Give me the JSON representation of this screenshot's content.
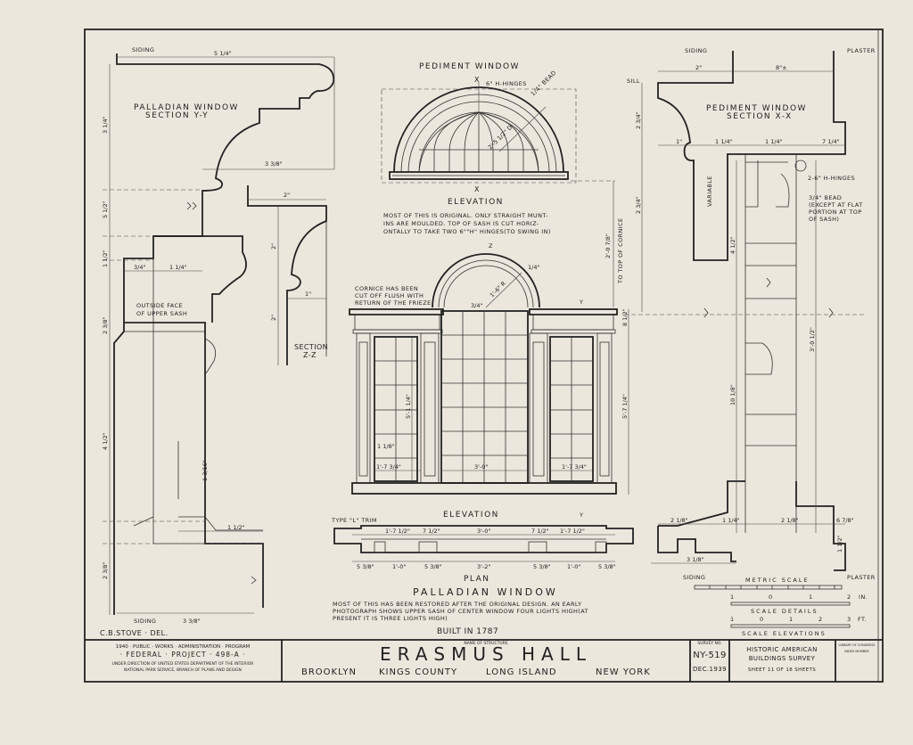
{
  "drawing": {
    "section_yy_title": [
      "PALLADIAN WINDOW",
      "SECTION Y-Y"
    ],
    "section_zz_title": [
      "SECTION",
      "Z-Z"
    ],
    "pediment_title": "PEDIMENT WINDOW",
    "pediment_elevation": "ELEVATION",
    "pediment_note": [
      "MOST OF THIS IS ORIGINAL. ONLY STRAIGHT MUNT-",
      "INS ARE MOULDED. TOP OF SASH IS CUT HORIZ-",
      "ONTALLY TO TAKE TWO 6\"\"H\" HINGES(TO SWING IN)"
    ],
    "section_xx_title": [
      "PEDIMENT WINDOW",
      "SECTION X-X"
    ],
    "hinges_note": "2-6\" H-HINGES",
    "bead_note": [
      "3/4\" BEAD",
      "(EXCEPT AT FLAT",
      "PORTION AT TOP",
      "OF SASH)"
    ],
    "cornice_note": [
      "CORNICE HAS BEEN",
      "CUT OFF FLUSH WITH",
      "RETURN OF THE FRIEZE"
    ],
    "palladian_elevation": "ELEVATION",
    "plan_label": "PLAN",
    "type_trim": "TYPE \"L\" TRIM",
    "outside_face": [
      "OUTSIDE FACE",
      "OF UPPER SASH"
    ],
    "to_top_cornice": "TO TOP OF CORNICE",
    "variable": "VARIABLE",
    "siding": "SIDING",
    "plaster": "PLASTER",
    "sill": "SILL",
    "palladian_title": "PALLADIAN WINDOW",
    "palladian_note": [
      "MOST OF THIS HAS BEEN RESTORED AFTER THE ORIGINAL DESIGN. AN EARLY",
      "PHOTOGRAPH SHOWS UPPER SASH OF CENTER WINDOW FOUR LIGHTS HIGH(AT",
      "PRESENT IT IS THREE LIGHTS HIGH)"
    ],
    "built": "BUILT IN 1787",
    "delineator": "C.B.STOVE · DEL.",
    "dims": [
      "5 1/4\"",
      "3 3/8\"",
      "3 1/4\"",
      "5 1/2\"",
      "1 1/2\"",
      "3/4\"",
      "1 1/4\"",
      "2\"",
      "2\"",
      "2\"",
      "1\"",
      "2 3/8\"",
      "4 1/2\"",
      "1 3/16\"",
      "1 1/2\"",
      "2 3/8\"",
      "3 3/8\"",
      "6\" H-HINGES",
      "2'-5 1/2\" D",
      "1/4\" BEAD",
      "2'-0 7/8\"",
      "1'-6\" R",
      "1/4\"",
      "3/4\"",
      "5'-1 1/4\"",
      "5'-7 1/4\"",
      "1'-7 3/4\"",
      "3'-0\"",
      "1'-7 3/4\"",
      "8 1/2\"",
      "1'-7 1/2\"",
      "7 1/2\"",
      "3'-0\"",
      "7 1/2\"",
      "1'-7 1/2\"",
      "5 3/8\"",
      "1'-0\"",
      "5 3/8\"",
      "3'-2\"",
      "5 3/8\"",
      "1'-0\"",
      "5 3/8\"",
      "2\"",
      "8\"±",
      "1\"",
      "1 1/4\"",
      "1 1/4\"",
      "7 1/4\"",
      "2 3/4\"",
      "2 3/4\"",
      "4 1/2\"",
      "10 1/8\"",
      "3'-0 1/2\"",
      "2 1/8\"",
      "1 1/4\"",
      "2 1/8\"",
      "6 7/8\"",
      "3 1/8\"",
      "1 1/2\"",
      "1 1/8\""
    ],
    "scales": {
      "metric": "METRIC SCALE",
      "details_ticks": [
        "1",
        "0",
        "1",
        "2",
        "IN."
      ],
      "details": "SCALE DETAILS",
      "elev_ticks": [
        "1",
        "0",
        "1",
        "2",
        "3",
        "FT."
      ],
      "elevations": "SCALE ELEVATIONS"
    }
  },
  "title_block": {
    "agency": [
      "1940 · PUBLIC · WORKS · ADMINISTRATION · PROGRAM",
      "· FEDERAL · PROJECT · 498-A ·",
      "UNDER DIRECTION OF UNITED STATES DEPARTMENT OF THE INTERIOR",
      "NATIONAL PARK SERVICE, BRANCH OF PLANS AND DESIGN"
    ],
    "name_label": "NAME OF STRUCTURE",
    "structure_name": "ERASMUS HALL",
    "location": [
      "BROOKLYN",
      "KINGS COUNTY",
      "LONG ISLAND",
      "NEW YORK"
    ],
    "survey_label": "SURVEY NO.",
    "survey_no": "NY-519",
    "date": "DEC.1939",
    "habs": [
      "HISTORIC AMERICAN",
      "BUILDINGS SURVEY"
    ],
    "sheet": "SHEET 11 OF 18 SHEETS",
    "library": [
      "LIBRARY OF CONGRESS",
      "INDEX NUMBER"
    ]
  }
}
